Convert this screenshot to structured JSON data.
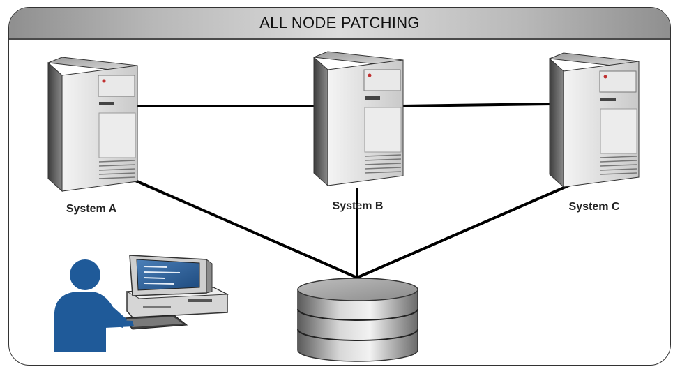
{
  "title": "ALL NODE PATCHING",
  "nodes": [
    {
      "id": "A",
      "label": "System A",
      "icon": "server-icon"
    },
    {
      "id": "B",
      "label": "System B",
      "icon": "server-icon"
    },
    {
      "id": "C",
      "label": "System C",
      "icon": "server-icon"
    }
  ],
  "storage": {
    "icon": "shared-storage-icon"
  },
  "admin": {
    "icon": "user-at-computer-icon"
  },
  "connections": [
    [
      "A",
      "B"
    ],
    [
      "B",
      "C"
    ],
    [
      "A",
      "storage"
    ],
    [
      "B",
      "storage"
    ],
    [
      "C",
      "storage"
    ]
  ],
  "colors": {
    "header_dark": "#8f8f8f",
    "header_light": "#dcdcdc",
    "server_body": "#d4d4d4",
    "server_dark": "#555555",
    "person": "#1f5a99",
    "monitor_screen": "#2e5f95",
    "line": "#000000"
  }
}
